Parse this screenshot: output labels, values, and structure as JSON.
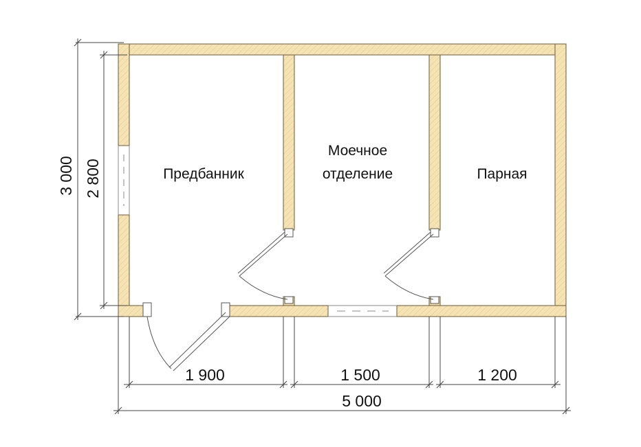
{
  "rooms": {
    "predbannik": "Предбанник",
    "moechnoe_line1": "Моечное",
    "moechnoe_line2": "отделение",
    "parnaya": "Парная"
  },
  "dimensions": {
    "total_height": "3 000",
    "inner_height": "2 800",
    "width_1": "1 900",
    "width_2": "1 500",
    "width_3": "1 200",
    "total_width": "5 000"
  },
  "colors": {
    "wall_fill": "#f6e3b4",
    "wall_stroke": "#6b5a3a"
  }
}
